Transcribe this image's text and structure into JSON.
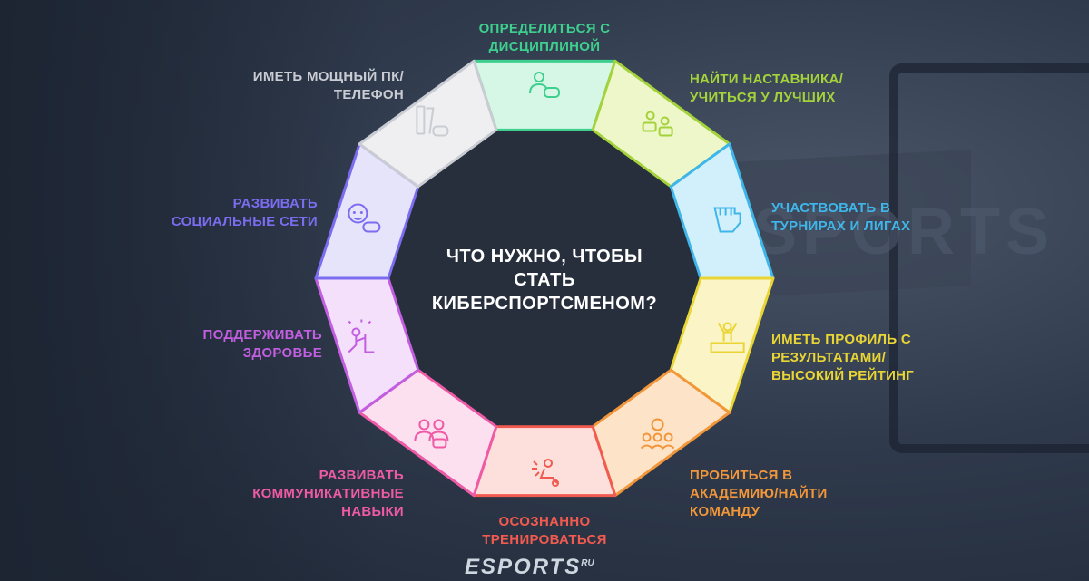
{
  "center_title": "ЧТО НУЖНО, ЧТОБЫ СТАТЬ КИБЕРСПОРТСМЕНОМ?",
  "background_text": "SPORTS",
  "logo": {
    "main": "ESPORTS",
    "suffix": "RU"
  },
  "segments": [
    {
      "label": "ОПРЕДЕЛИТЬСЯ С ДИСЦИПЛИНОЙ",
      "color": "#3ecf8e",
      "fill": "#d6f7e6",
      "icon": "person-gamepad-icon"
    },
    {
      "label": "НАЙТИ НАСТАВНИКА/ УЧИТЬСЯ У ЛУЧШИХ",
      "color": "#a4d23a",
      "fill": "#eef7c9",
      "icon": "mentor-icon"
    },
    {
      "label": "УЧАСТВОВАТЬ В ТУРНИРАХ И ЛИГАХ",
      "color": "#3fb6ea",
      "fill": "#d2f0fb",
      "icon": "fist-icon"
    },
    {
      "label": "ИМЕТЬ ПРОФИЛЬ С РЕЗУЛЬТАТАМИ/ ВЫСОКИЙ РЕЙТИНГ",
      "color": "#e9d534",
      "fill": "#fbf4c6",
      "icon": "winner-podium-icon"
    },
    {
      "label": "ПРОБИТЬСЯ В АКАДЕМИЮ/НАЙТИ КОМАНДУ",
      "color": "#f2963a",
      "fill": "#fde3c8",
      "icon": "team-icon"
    },
    {
      "label": "ОСОЗНАННО ТРЕНИРОВАТЬСЯ",
      "color": "#f15a4e",
      "fill": "#fde0dc",
      "icon": "training-icon"
    },
    {
      "label": "РАЗВИВАТЬ КОММУНИКАТИВНЫЕ НАВЫКИ",
      "color": "#ee5aa6",
      "fill": "#fde0ef",
      "icon": "communication-icon"
    },
    {
      "label": "ПОДДЕРЖИВАТЬ ЗДОРОВЬЕ",
      "color": "#c25ee0",
      "fill": "#f4e0fb",
      "icon": "health-icon"
    },
    {
      "label": "РАЗВИВАТЬ СОЦИАЛЬНЫЕ СЕТИ",
      "color": "#7b6cf0",
      "fill": "#e6e4fb",
      "icon": "social-gamer-icon"
    },
    {
      "label": "ИМЕТЬ МОЩНЫЙ ПК/ТЕЛЕФОН",
      "color": "#c9ccd3",
      "fill": "#efeff2",
      "icon": "pc-phone-icon"
    }
  ]
}
